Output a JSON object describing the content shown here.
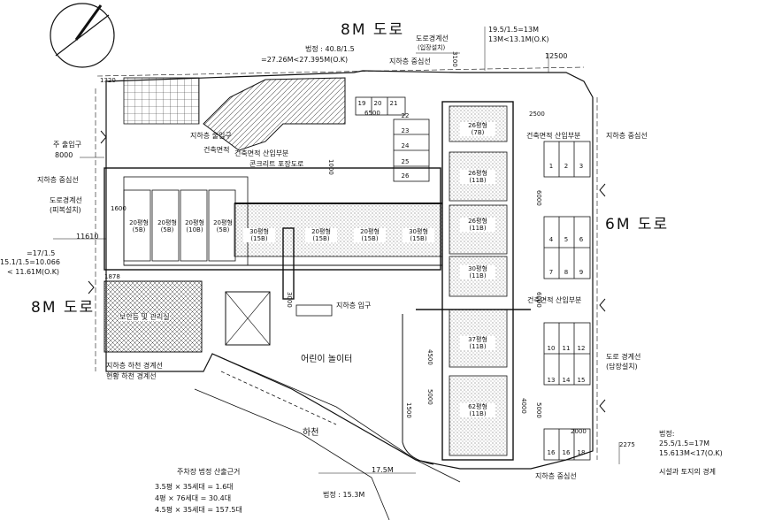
{
  "roads": {
    "top": "8M 도로",
    "left": "8M 도로",
    "right": "6M 도로"
  },
  "north_mark": "N",
  "annotations": {
    "top_ratio": "법정 : 40.8/1.5",
    "top_ratio2": "=27.26M<27.395M(O.K)",
    "road_boundary": "도로경계선",
    "road_boundary_sub": "(입장설치)",
    "jihachung_top": "지하층 중심선",
    "top_right_calc1": "19.5/1.5=13M",
    "top_right_calc2": "13M<13.1M(O.K)",
    "top_right_dim": "12500",
    "dim_3100": "3100",
    "dim_1320": "1320",
    "main_entrance": "주 출입구",
    "dim_8000": "8000",
    "jihachung_left": "지하층 중심선",
    "road_boundary_left": "도로경계선",
    "road_boundary_left_sub": "(피복설치)",
    "dim_11610": "11610",
    "left_ratio1": "=17/1.5",
    "left_ratio2": "15.1/1.5=10.066",
    "left_ratio3": "< 11.61M(O.K)",
    "dim_1600": "1600",
    "dim_1878": "1878",
    "commercial_facility": "보안등 및 관리실",
    "underground_exit": "지하층 출입구",
    "right_building_setback": "건축면적 산입부분",
    "jihachung_right": "지하층 중심선",
    "nursery": "어린이 놀이터",
    "stream": "하천",
    "dim_17_5": "17.5M",
    "dim_3000": "3000",
    "dim_4500": "4500",
    "dim_5000": "5000",
    "dim_1500": "1500",
    "dim_4000": "4000",
    "dim_6000_a": "6000",
    "dim_6000_b": "6000",
    "dim_5000_b": "5000",
    "dim_6500": "6500",
    "dim_2500": "2500",
    "dim_2000": "2000",
    "dim_2275": "2275",
    "jihachung_bottom_right": "지하층 중심선",
    "road_boundary_right": "도로 경계선",
    "road_boundary_right_sub": "(담장설치)",
    "right_calc1": "법정:",
    "right_calc2": "25.5/1.5=17M",
    "right_calc3": "15.613M<17(O.K)",
    "bottom_note": "시설과 토지의 경계",
    "bottom_ratio": "법정 : 15.3M",
    "parking_calc_title": "주차장 법정 산출근거",
    "parking_calc1": "3.5평 × 35세대 = 1.6대",
    "parking_calc2": "4평 × 76세대 = 30.4대",
    "parking_calc3": "4.5평 × 35세대 = 157.5대",
    "concrete_path": "콘크리트 포장도로",
    "bldg_setback_top": "건축면적 산입부분",
    "underground_top": "지하층 출입구",
    "bldg_setback_mid": "건축면적",
    "hajocheon_left": "지하층 하천 경계선",
    "hajocheon_left2": "현황 하천 경계선",
    "dim_3000_center": "3000",
    "dim_1000": "1000"
  },
  "units": [
    {
      "type": "20평형",
      "count": "(5B)"
    },
    {
      "type": "20평형",
      "count": "(5B)"
    },
    {
      "type": "20평형",
      "count": "(10B)"
    },
    {
      "type": "20평형",
      "count": "(5B)"
    },
    {
      "type": "30평형",
      "count": "(15B)"
    },
    {
      "type": "20평형",
      "count": "(15B)"
    },
    {
      "type": "20평형",
      "count": "(15B)"
    },
    {
      "type": "30평형",
      "count": "(15B)"
    },
    {
      "type": "26평형",
      "count": "(7B)"
    },
    {
      "type": "26평형",
      "count": "(11B)"
    },
    {
      "type": "26평형",
      "count": "(11B)"
    },
    {
      "type": "30평형",
      "count": "(11B)"
    },
    {
      "type": "37평형",
      "count": "(11B)"
    },
    {
      "type": "62평형",
      "count": "(11B)"
    }
  ],
  "parking_top": [
    "19",
    "20",
    "21",
    "22",
    "23",
    "24",
    "25",
    "26"
  ],
  "parking_right": [
    "1",
    "2",
    "3",
    "4",
    "5",
    "6",
    "7",
    "8",
    "9",
    "10",
    "11",
    "12",
    "13",
    "14",
    "15",
    "16",
    "16",
    "18"
  ],
  "underground_center": "지하층 입구"
}
